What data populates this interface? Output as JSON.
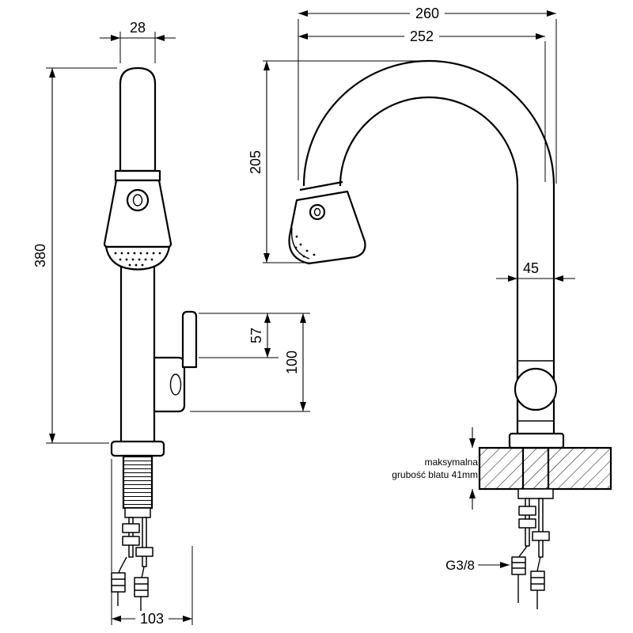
{
  "drawing": {
    "type": "technical-drawing",
    "subject": "kitchen pull-out faucet, two orthographic views with dimensions",
    "units": "mm",
    "colors": {
      "line": "#000000",
      "background": "#ffffff"
    },
    "front_view": {
      "spout_top_width_mm": "28",
      "total_height_mm": "380",
      "handle_offset_mm": "57",
      "spout_section_height_mm": "100",
      "base_span_mm": "103"
    },
    "side_view": {
      "overall_reach_mm": "260",
      "spout_reach_mm": "252",
      "arc_height_mm": "205",
      "body_width_mm": "45",
      "countertop_note_line1": "maksymalna",
      "countertop_note_line2": "grubość blatu 41mm",
      "connection_thread": "G3/8"
    }
  }
}
